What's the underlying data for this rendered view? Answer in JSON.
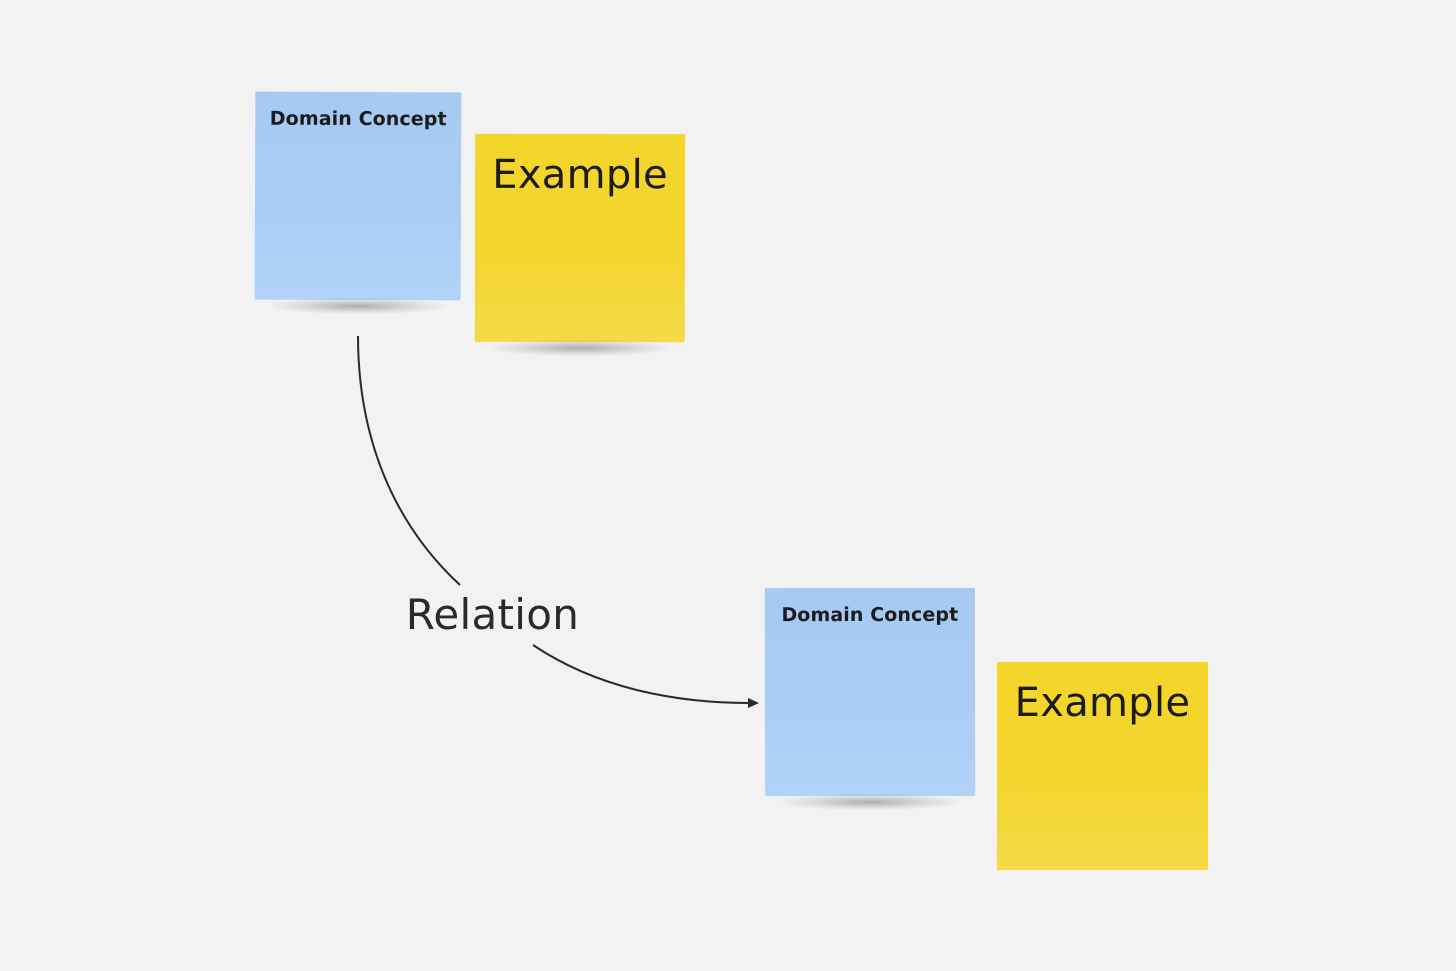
{
  "board": {
    "background_color": "#f2f2f2"
  },
  "notes": [
    {
      "id": "n1",
      "color": "#a9ccf4",
      "label": "Domain Concept"
    },
    {
      "id": "n2",
      "color": "#f4d52e",
      "label": "Example"
    },
    {
      "id": "n3",
      "color": "#a9ccf4",
      "label": "Domain Concept"
    },
    {
      "id": "n4",
      "color": "#f4d52e",
      "label": "Example"
    }
  ],
  "connector": {
    "label": "Relation",
    "color": "#2a2a2a",
    "from": "n1",
    "to": "n3",
    "arrow_end": "triangle"
  }
}
